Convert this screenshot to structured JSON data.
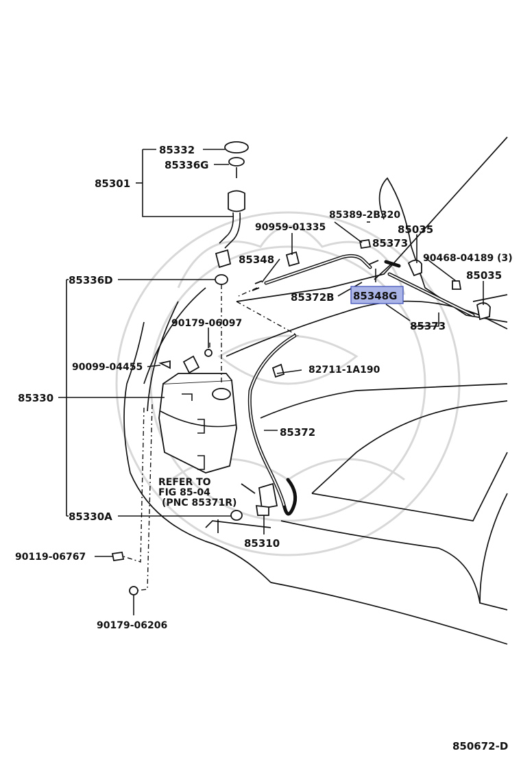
{
  "diagram_id": "850672-D",
  "labels": {
    "p85332": "85332",
    "p85336G": "85336G",
    "p85301": "85301",
    "p85389": "85389-2B320",
    "p90959": "90959-01335",
    "p85035a": "85035",
    "p85373a": "85373",
    "p85348": "85348",
    "p90468": "90468-04189 (3)",
    "p85035b": "85035",
    "p85336D": "85336D",
    "p85372B": "85372B",
    "p85348G": "85348G",
    "p85373b": "85373",
    "p90179a": "90179-06097",
    "p90099": "90099-04455",
    "p82711": "82711-1A190",
    "p85330": "85330",
    "p85372": "85372",
    "ref1": "REFER TO",
    "ref2": "FIG 85-04",
    "ref3": "(PNC 85371R)",
    "p85330A": "85330A",
    "p85310": "85310",
    "p90119": "90119-06767",
    "p90179b": "90179-06206"
  },
  "highlighted_part": "85348G",
  "colors": {
    "line": "#111111",
    "highlight_fill": "#aab4e6",
    "highlight_border": "#3a4bb5",
    "watermark": "#d8d8d8"
  }
}
